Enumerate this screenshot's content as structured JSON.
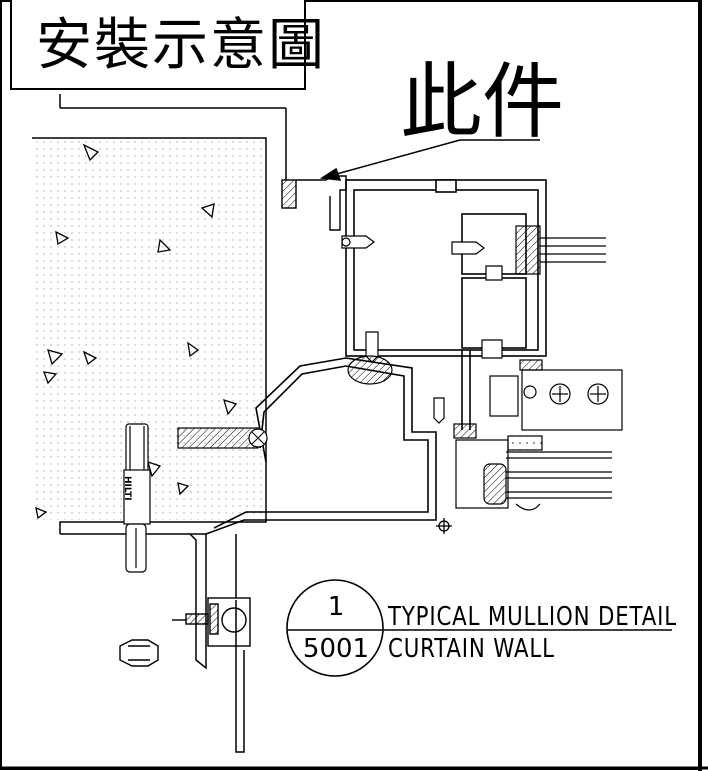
{
  "title": "安裝示意圖",
  "callout_label": "此件",
  "detail": {
    "number": "1",
    "sheet": "5001",
    "title": "TYPICAL MULLION DETAIL",
    "subtitle": "CURTAIN WALL"
  },
  "anchor_brand": "HILTI"
}
